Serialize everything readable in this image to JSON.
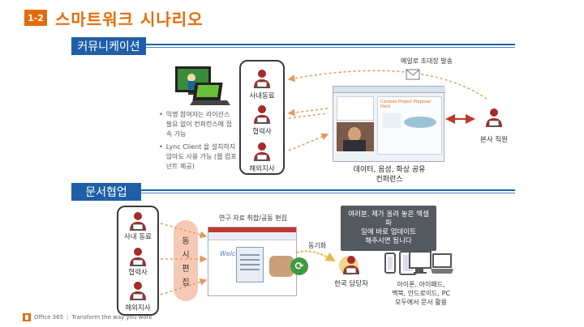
{
  "slide": {
    "number": "1-2",
    "title": "스마트워크 시나리오"
  },
  "section1": {
    "title": "커뮤니케이션",
    "participants": [
      "사내동료",
      "협력사",
      "해외지사"
    ],
    "bullets": [
      "익명 참여자는 라이선스 필요 없이 컨퍼런스에 접속 가능",
      "Lync Client 을 설치하지 않아도 사용 가능 (웹 컴포넌트 제공)"
    ],
    "email_label": "메일로 초대장 발송",
    "employee_label": "본사 직원",
    "conference_caption_line1": "데이터, 음성, 화상 공유",
    "conference_caption_line2": "컨퍼런스",
    "screen_heading": "Contoso Project Proposal Deck"
  },
  "section2": {
    "title": "문서협업",
    "participants": [
      "사내 동료",
      "협력사",
      "해외지사"
    ],
    "vertical_label": [
      "동",
      "시",
      "편",
      "집"
    ],
    "research_label": "연구 자료 취합/공동 편집",
    "welcome_text": "Welcome!",
    "sync_label": "동기화",
    "speech_line1": "여러분, 제가 올려 놓은 엑셀 파",
    "speech_line2": "일에 바로 업데이트",
    "speech_line3": "해주시면 됩니다",
    "manager_label": "한국 담당자",
    "devices_line1": "아이폰, 아이패드,",
    "devices_line2": "맥북, 안드로이드, PC",
    "devices_line3": "모두에서 문서 활용"
  },
  "footer": {
    "brand": "Office 365",
    "tagline": "Transform the way you work"
  },
  "colors": {
    "accent_orange": "#e36c0a",
    "section_blue": "#1f5fa8",
    "person_red": "#a52a2a"
  }
}
